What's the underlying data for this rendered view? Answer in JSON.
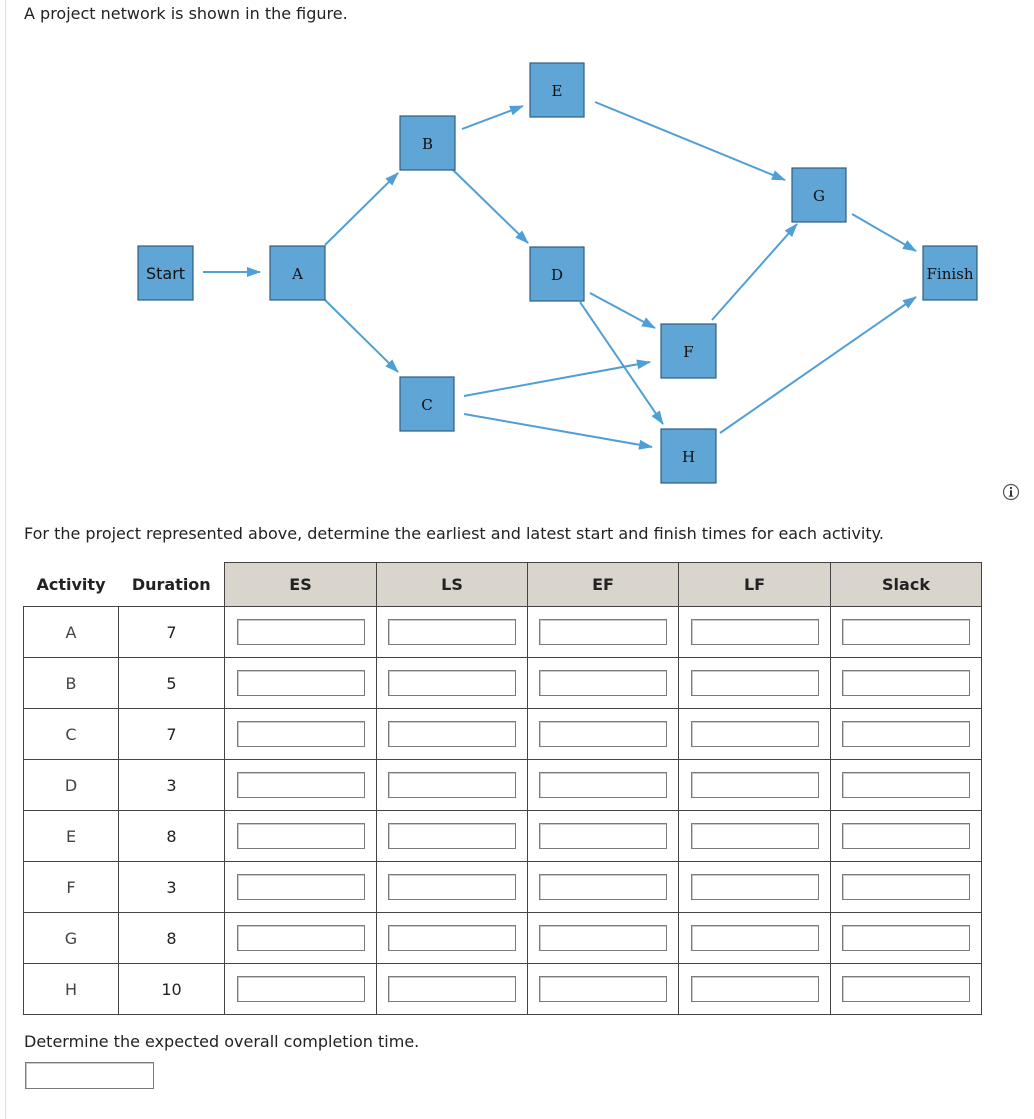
{
  "intro_text": "A project network is shown in the figure.",
  "network": {
    "nodes": {
      "start": "Start",
      "a": "A",
      "b": "B",
      "c": "C",
      "d": "D",
      "e": "E",
      "f": "F",
      "g": "G",
      "h": "H",
      "finish": "Finish"
    }
  },
  "question_text": "For the project represented above, determine the earliest and latest start and finish times for each activity.",
  "table": {
    "headers": [
      "Activity",
      "Duration",
      "ES",
      "LS",
      "EF",
      "LF",
      "Slack"
    ],
    "rows": [
      {
        "activity": "A",
        "duration": "7"
      },
      {
        "activity": "B",
        "duration": "5"
      },
      {
        "activity": "C",
        "duration": "7"
      },
      {
        "activity": "D",
        "duration": "3"
      },
      {
        "activity": "E",
        "duration": "8"
      },
      {
        "activity": "F",
        "duration": "3"
      },
      {
        "activity": "G",
        "duration": "8"
      },
      {
        "activity": "H",
        "duration": "10"
      }
    ]
  },
  "completion_text": "Determine the expected overall completion time.",
  "colors": {
    "node_fill": "#5fa5d6",
    "arrow": "#4f9fd5",
    "header_bg": "#d9d5cc"
  },
  "icons": {
    "info": "info-icon"
  }
}
